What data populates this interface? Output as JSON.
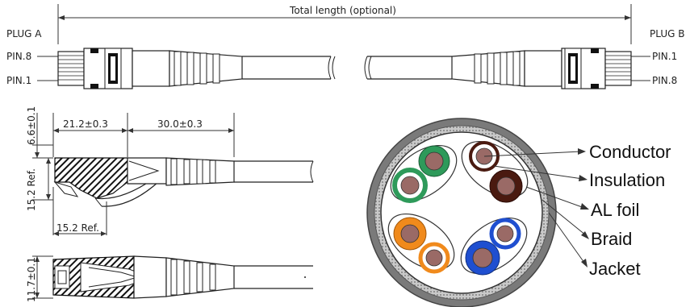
{
  "labels": {
    "total_length": "Total length (optional)",
    "plug_a": "PLUG A",
    "plug_b": "PLUG B",
    "pin8_left": "PIN.8",
    "pin1_left": "PIN.1",
    "pin1_right": "PIN.1",
    "pin8_right": "PIN.8"
  },
  "dimensions": {
    "plug_length": "21.2±0.3",
    "boot_length": "30.0±0.3",
    "top_height": "6.6±0.1",
    "side_height": "15.2 Ref.",
    "bottom_width": "15.2 Ref.",
    "plug_width": "11.7±0.1"
  },
  "cross_section": {
    "callouts": [
      "Conductor",
      "Insulation",
      "AL foil",
      "Braid",
      "Jacket"
    ],
    "pair_colors": {
      "green": "#2e9a5a",
      "brown": "#4a1a10",
      "orange": "#f08a1c",
      "blue": "#1f4fd0",
      "conductor": "#9a6a66",
      "jacket": "#7a7a7a"
    }
  }
}
